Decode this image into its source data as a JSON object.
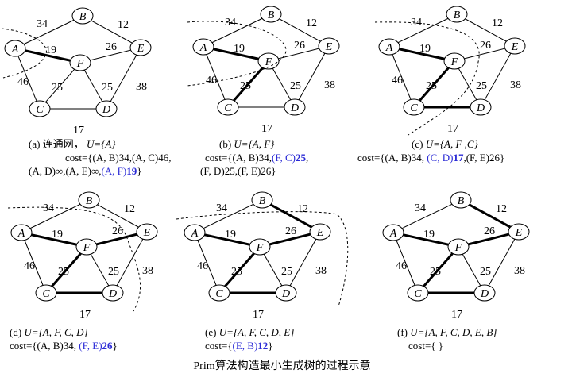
{
  "figure_title": "Prim算法构造最小生成树的过程示意",
  "nodes": {
    "A": "A",
    "B": "B",
    "C": "C",
    "D": "D",
    "E": "E",
    "F": "F"
  },
  "weights": {
    "AB": "34",
    "BE": "12",
    "AF": "19",
    "FE": "26",
    "AC": "46",
    "CF": "25",
    "FD": "25",
    "ED": "38",
    "CD": "17"
  },
  "panels": [
    {
      "label": "(a)",
      "caption_prefix": "连通网，",
      "set_text": "U={A}",
      "cost_head": "cost={(A, B)34,(A, C)46,",
      "cost_tail_plain": "(A, D)∞,(A, E)∞,",
      "cost_highlight": "(A, F)",
      "cost_highlight_value": "19",
      "cost_close": "}",
      "bold_edges": [
        "AF"
      ]
    },
    {
      "label": "(b)",
      "set_text": "U={A, F}",
      "cost_head_plain": "cost={(A, B)34,",
      "cost_highlight": "(F, C)",
      "cost_highlight_value": "25",
      "cost_head_after": ",",
      "cost_tail": "(F, D)25,(F, E)26}",
      "bold_edges": [
        "AF",
        "FC"
      ]
    },
    {
      "label": "(c)",
      "set_text": "U={A, F ,C}",
      "cost_plain": "cost={(A, B)34, ",
      "cost_highlight": "(C, D)",
      "cost_highlight_value": "17",
      "cost_after": ",(F, E)26}",
      "bold_edges": [
        "AF",
        "FC",
        "CD"
      ]
    },
    {
      "label": "(d)",
      "set_text": "U={A, F, C, D}",
      "cost_plain": "cost={(A, B)34, ",
      "cost_highlight": "(F, E)",
      "cost_highlight_value": "26",
      "cost_close": "}",
      "bold_edges": [
        "AF",
        "FC",
        "CD",
        "FE"
      ]
    },
    {
      "label": "(e)",
      "set_text": "U={A, F, C, D, E}",
      "cost_plain": "cost={",
      "cost_highlight": "(E, B)",
      "cost_highlight_value": "12",
      "cost_close": "}",
      "bold_edges": [
        "AF",
        "FC",
        "CD",
        "FE",
        "EB"
      ]
    },
    {
      "label": "(f)",
      "set_text": "U={A, F, C, D, E, B}",
      "cost_plain": "cost={ }",
      "bold_edges": [
        "AF",
        "FC",
        "CD",
        "FE",
        "EB"
      ]
    }
  ]
}
